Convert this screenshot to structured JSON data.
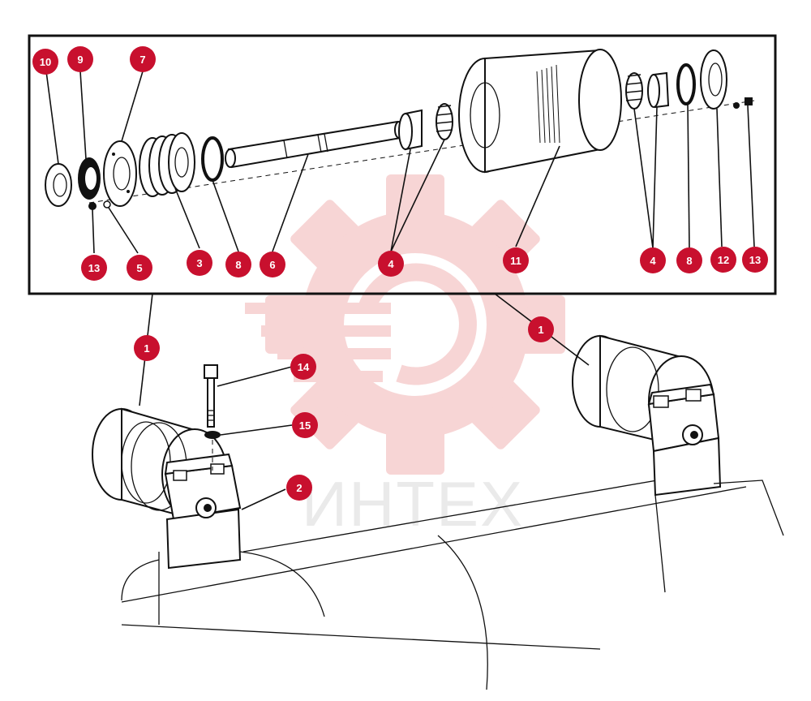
{
  "colors": {
    "callout_fill": "#c8102e",
    "callout_text": "#ffffff",
    "line": "#111111",
    "watermark_gear": "#f2c9c9",
    "watermark_text": "#d9d9d9"
  },
  "watermark": {
    "text": "ИНТЕХ",
    "icon": "gear-logo-icon"
  },
  "callouts": {
    "detail_10": "10",
    "detail_9": "9",
    "detail_7": "7",
    "detail_13_left": "13",
    "detail_5": "5",
    "detail_3": "3",
    "detail_8_left": "8",
    "detail_6": "6",
    "detail_4_left": "4",
    "detail_11": "11",
    "detail_4_right": "4",
    "detail_8_right": "8",
    "detail_12": "12",
    "detail_13_right": "13",
    "assembly_1_left": "1",
    "assembly_1_right": "1",
    "assembly_14": "14",
    "assembly_15": "15",
    "assembly_2": "2"
  }
}
